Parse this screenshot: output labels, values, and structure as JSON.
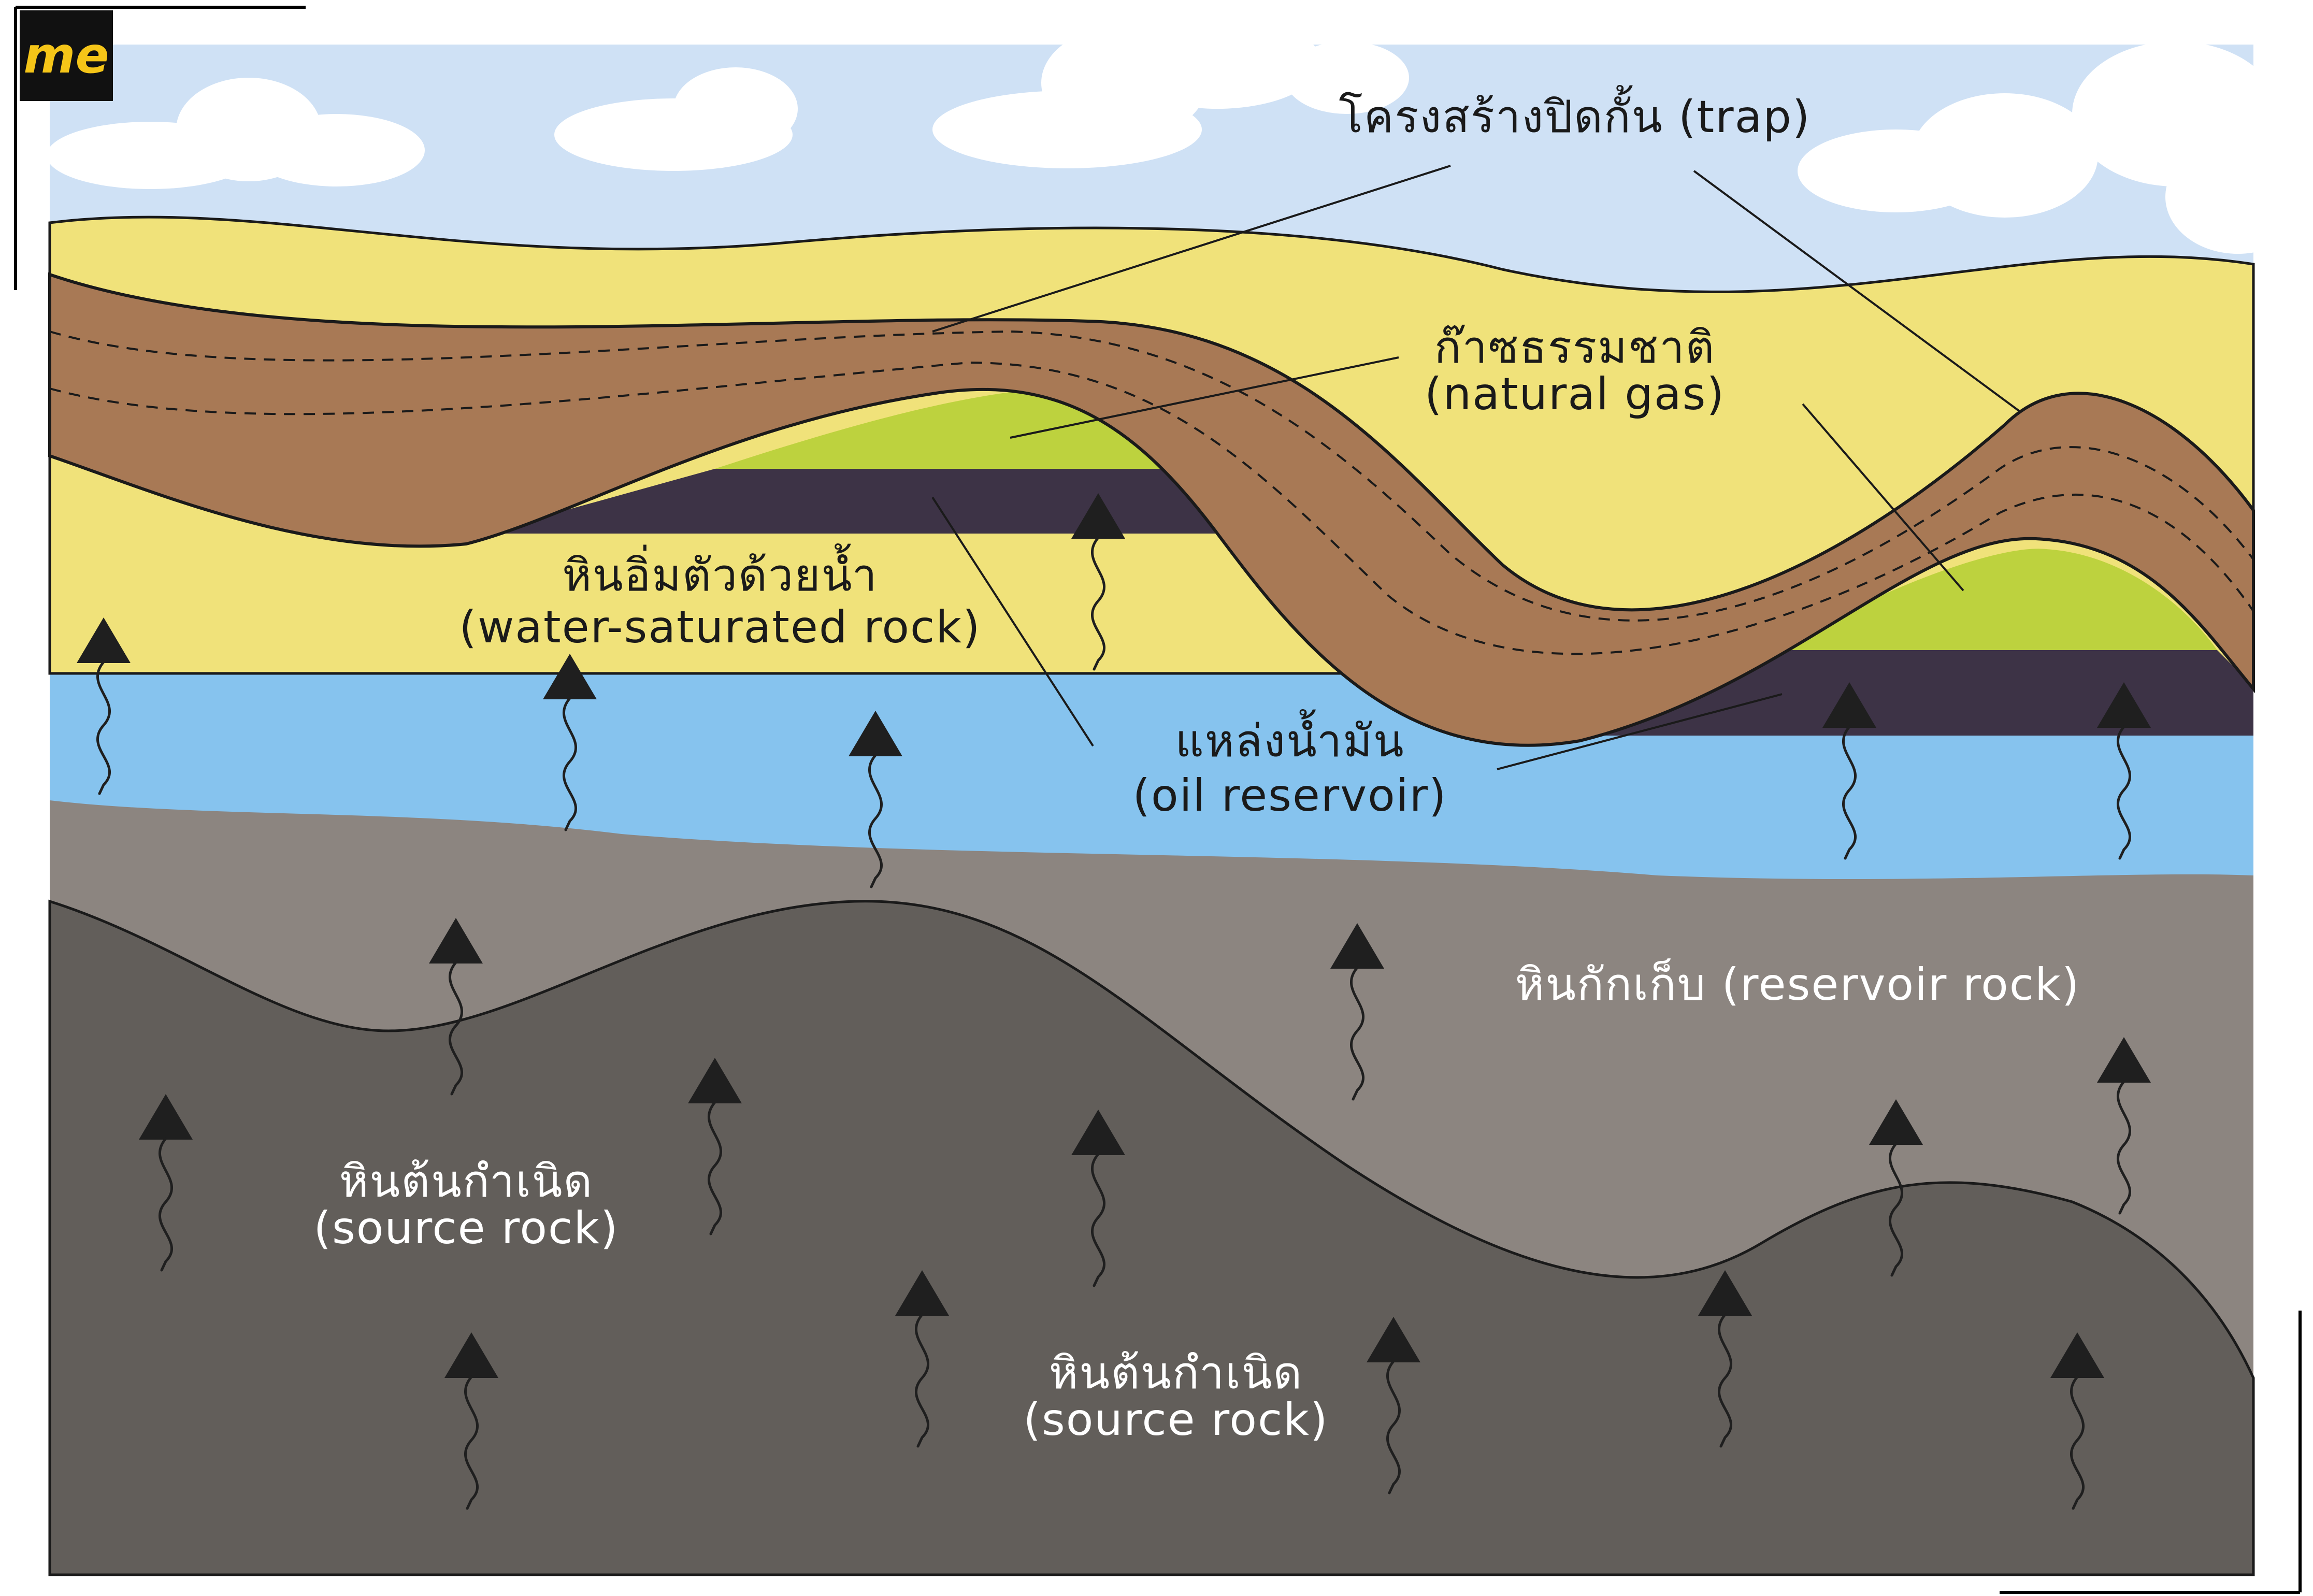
{
  "logo": {
    "text": "me"
  },
  "labels": {
    "trap": "โครงสร้างปิดกั้น (trap)",
    "gas_th": "ก๊าซธรรมชาติ",
    "gas_en": "(natural gas)",
    "water_th": "หินอิ่มตัวด้วยน้ำ",
    "water_en": "(water-saturated rock)",
    "oil_th": "แหล่งน้ำมัน",
    "oil_en": "(oil reservoir)",
    "reservoir": "หินกักเก็บ (reservoir rock)",
    "source1_th": "หินต้นกำเนิด",
    "source1_en": "(source rock)",
    "source2_th": "หินต้นกำเนิด",
    "source2_en": "(source rock)"
  },
  "colors": {
    "sky": "#cfe1f5",
    "cloud": "#ffffff",
    "sand": "#f0e27a",
    "cap_rock": "#a87955",
    "gas": "#bdd23e",
    "oil": "#3d3346",
    "water": "#86c3ee",
    "reservoir_rock": "#8c8580",
    "source_rock": "#625e5a",
    "logo_bg": "#111111",
    "logo_text": "#f5c518",
    "label_dark": "#1a1a1a",
    "label_light": "#ffffff"
  },
  "icons": [
    "oil-migration-arrow-icon"
  ]
}
